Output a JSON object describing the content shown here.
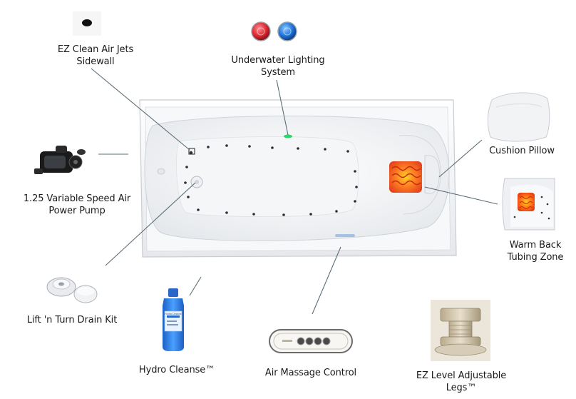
{
  "labels": {
    "ez_clean": {
      "line1": "EZ Clean Air Jets",
      "line2": "Sidewall"
    },
    "lighting": {
      "line1": "Underwater Lighting",
      "line2": "System"
    },
    "pump": {
      "line1": "1.25 Variable Speed Air",
      "line2": "Power Pump"
    },
    "pillow": {
      "line1": "Cushion Pillow"
    },
    "warm_back": {
      "line1": "Warm Back",
      "line2": "Tubing Zone"
    },
    "drain": {
      "line1": "Lift 'n Turn Drain Kit"
    },
    "cleanse": {
      "line1": "Hydro Cleanse™"
    },
    "massage": {
      "line1": "Air Massage Control"
    },
    "legs": {
      "line1": "EZ Level Adjustable",
      "line2": "Legs™"
    }
  },
  "bottle_text": "Hydro Cleanse",
  "colors": {
    "leader": "#5b6e76",
    "tub_shell": "#f3f4f6",
    "jet": "#2a2f3a",
    "warm_zone": "#ff6a1a",
    "light_red": "#d8242c",
    "light_blue": "#1a6fd6",
    "cleanse_blue": "#2f7fe6"
  }
}
